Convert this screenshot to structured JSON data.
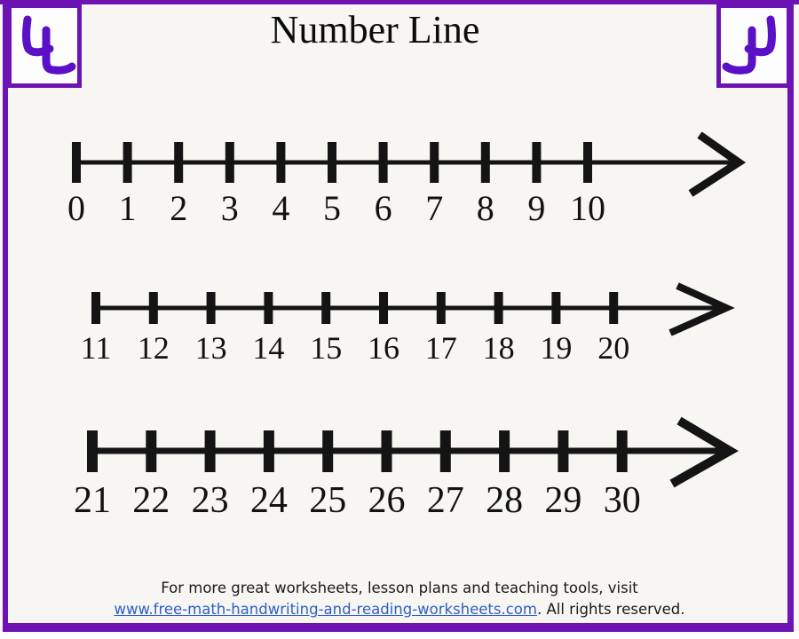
{
  "title": "Number Line",
  "corner_logos": {
    "left_icon": "handwritten-number-4",
    "right_icon": "handwritten-number-4-mirrored"
  },
  "colors": {
    "border_purple": "#6d13b4",
    "logo_ink_purple": "#5a10c6",
    "link_blue": "#2e5fc3",
    "ink_black": "#121212",
    "paper": "#f7f6f3"
  },
  "chart_data": {
    "type": "table",
    "title": "Number Line",
    "description": "Three horizontal number lines with tick marks and right-pointing arrows",
    "number_lines": [
      {
        "start": 0,
        "end": 10,
        "step": 1
      },
      {
        "start": 11,
        "end": 20,
        "step": 1
      },
      {
        "start": 21,
        "end": 30,
        "step": 1
      }
    ]
  },
  "number_lines": [
    {
      "labels": [
        "0",
        "1",
        "2",
        "3",
        "4",
        "5",
        "6",
        "7",
        "8",
        "9",
        "10"
      ]
    },
    {
      "labels": [
        "11",
        "12",
        "13",
        "14",
        "15",
        "16",
        "17",
        "18",
        "19",
        "20"
      ]
    },
    {
      "labels": [
        "21",
        "22",
        "23",
        "24",
        "25",
        "26",
        "27",
        "28",
        "29",
        "30"
      ]
    }
  ],
  "footer": {
    "line1": "For more great worksheets, lesson plans and teaching tools, visit",
    "link_text": "www.free-math-handwriting-and-reading-worksheets.com",
    "suffix": ". All rights reserved."
  }
}
